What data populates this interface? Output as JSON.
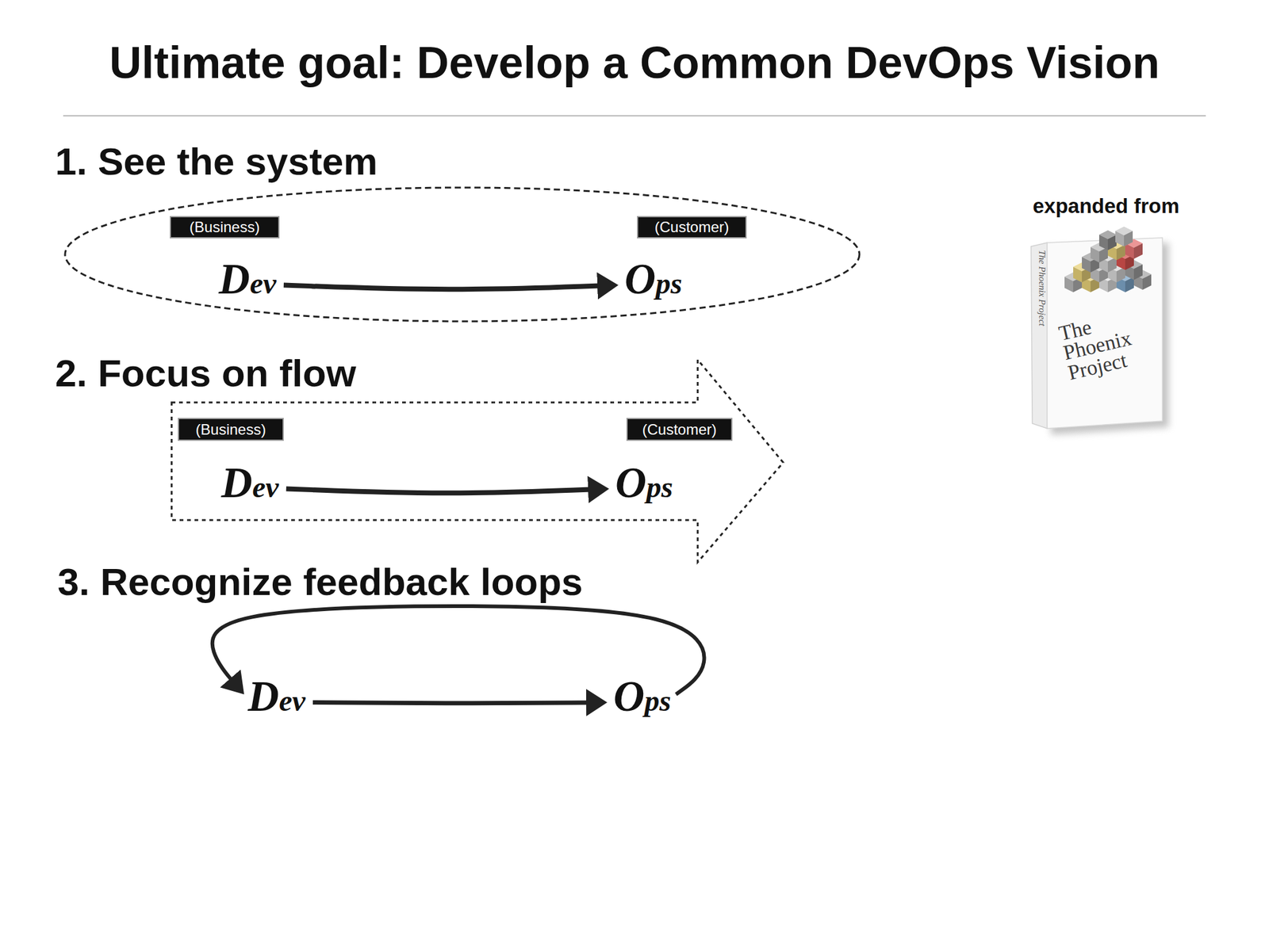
{
  "diagram": {
    "title": "Ultimate goal: Develop a Common DevOps Vision",
    "nodes": [
      {
        "text": [
          "1. See the system"
        ]
      },
      {
        "text": [
          "(Business)"
        ],
        "in": 0
      },
      {
        "text": [
          "(Customer)"
        ],
        "in": 0
      },
      {
        "text": [
          "Dev"
        ],
        "in": 0
      },
      {
        "text": [
          "Ops"
        ],
        "in": 0
      },
      {
        "text": [
          "2. Focus on flow"
        ]
      },
      {
        "text": [
          "(Business)"
        ],
        "in": 5
      },
      {
        "text": [
          "(Customer)"
        ],
        "in": 5
      },
      {
        "text": [
          "Dev"
        ],
        "in": 5
      },
      {
        "text": [
          "Ops"
        ],
        "in": 5
      },
      {
        "text": [
          "Dev"
        ]
      },
      {
        "text": [
          "Ops"
        ]
      }
    ],
    "edges": [
      {
        "from": 3,
        "to": 4,
        "arrow": "to"
      },
      {
        "from": 8,
        "to": 9,
        "arrow": "to"
      },
      {
        "from": 10,
        "to": 11,
        "arrow": "to"
      },
      {
        "from": 11,
        "to": 10,
        "arrow": "to"
      }
    ],
    "labels": [
      "expanded from",
      "The Phoenix Project",
      "The Phoenix Project",
      "3. Recognize feedback loops"
    ]
  }
}
